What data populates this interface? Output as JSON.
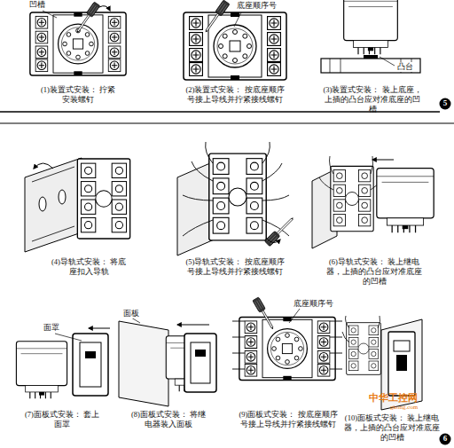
{
  "diagram": {
    "labels": [
      "凹槽",
      "(1)装置式安装： 拧紧安装螺钉",
      "底座顺序号",
      "(2)装置式安装： 按底座顺序号接上导线并拧紧接线螺钉",
      "凸台",
      "(3)装置式安装： 装上底座，上插的凸台应对准底座的凹槽",
      "5",
      "(4)导轨式安装： 将底座扣入导轨",
      "(5)导轨式安装： 按底座顺序号接上导线并拧紧接线螺钉",
      "(6)导轨式安装： 装上继电器，上插的凸台应对准底座的凹槽",
      "面罩",
      "面板",
      "底座顺序号",
      "(7)面板式安装： 套上面罩",
      "(8)面板式安装： 将继电器装入面板",
      "(9)面板式安装： 按底座顺序号接上导线并拧紧接线螺钉",
      "(10)面板式安装： 装上继电器，上插的凸台应对准底座的凹槽",
      "中华工控网",
      "gkong.com",
      "6"
    ]
  }
}
